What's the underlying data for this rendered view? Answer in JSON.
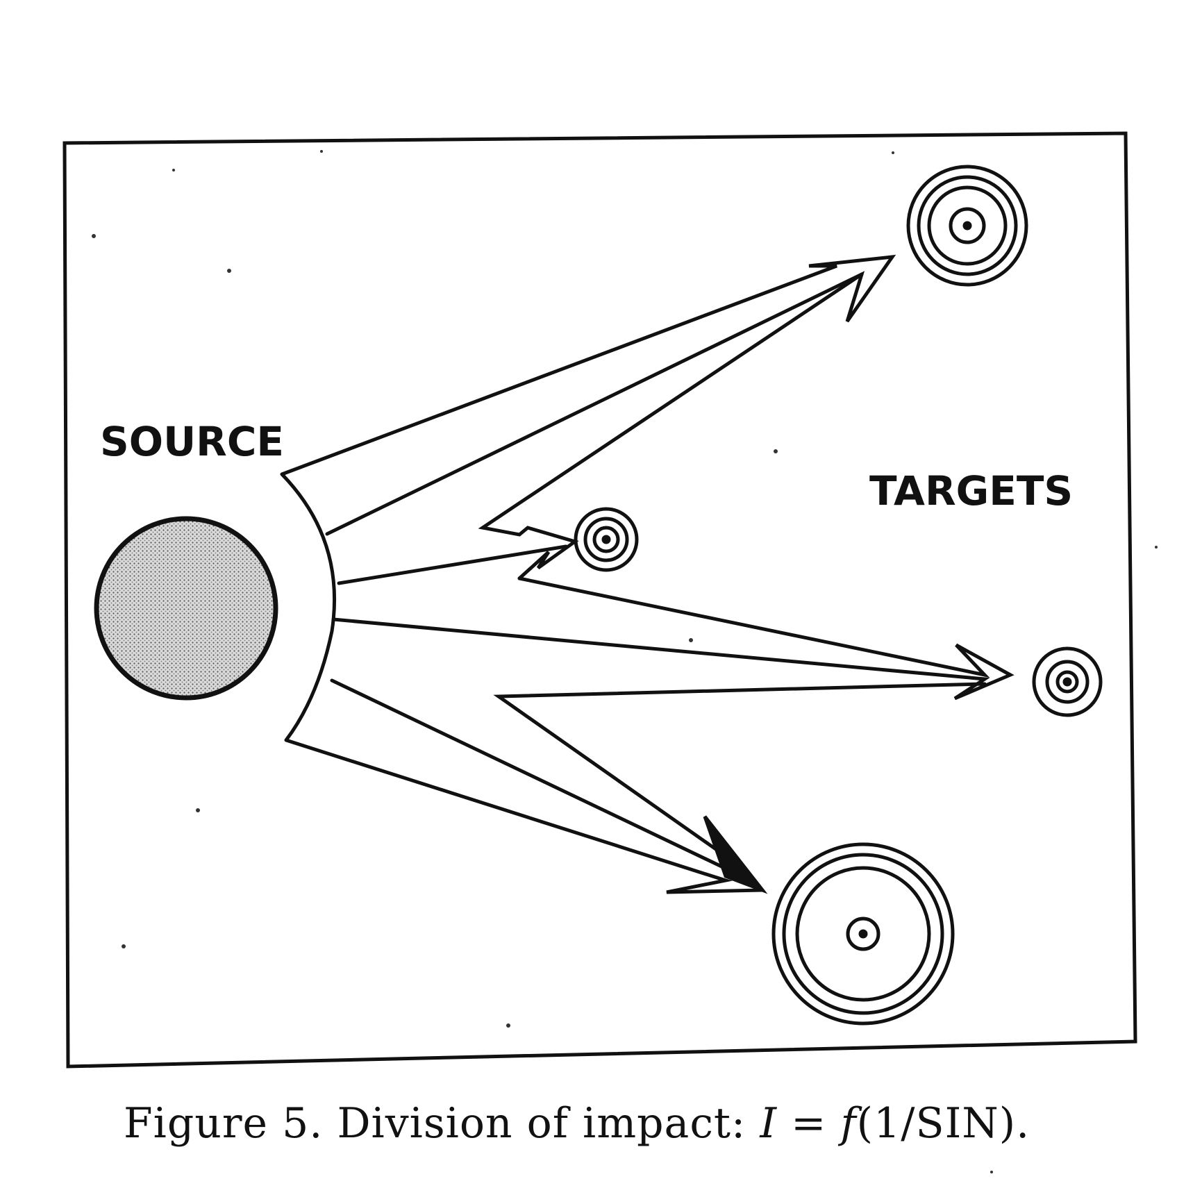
{
  "diagram": {
    "source_label": "SOURCE",
    "targets_label": "TARGETS"
  },
  "caption": {
    "prefix": "Figure 5. Division of impact: ",
    "var_i": "I",
    "equals": " = ",
    "func_f": "f",
    "argument": "(1/SIN)."
  }
}
